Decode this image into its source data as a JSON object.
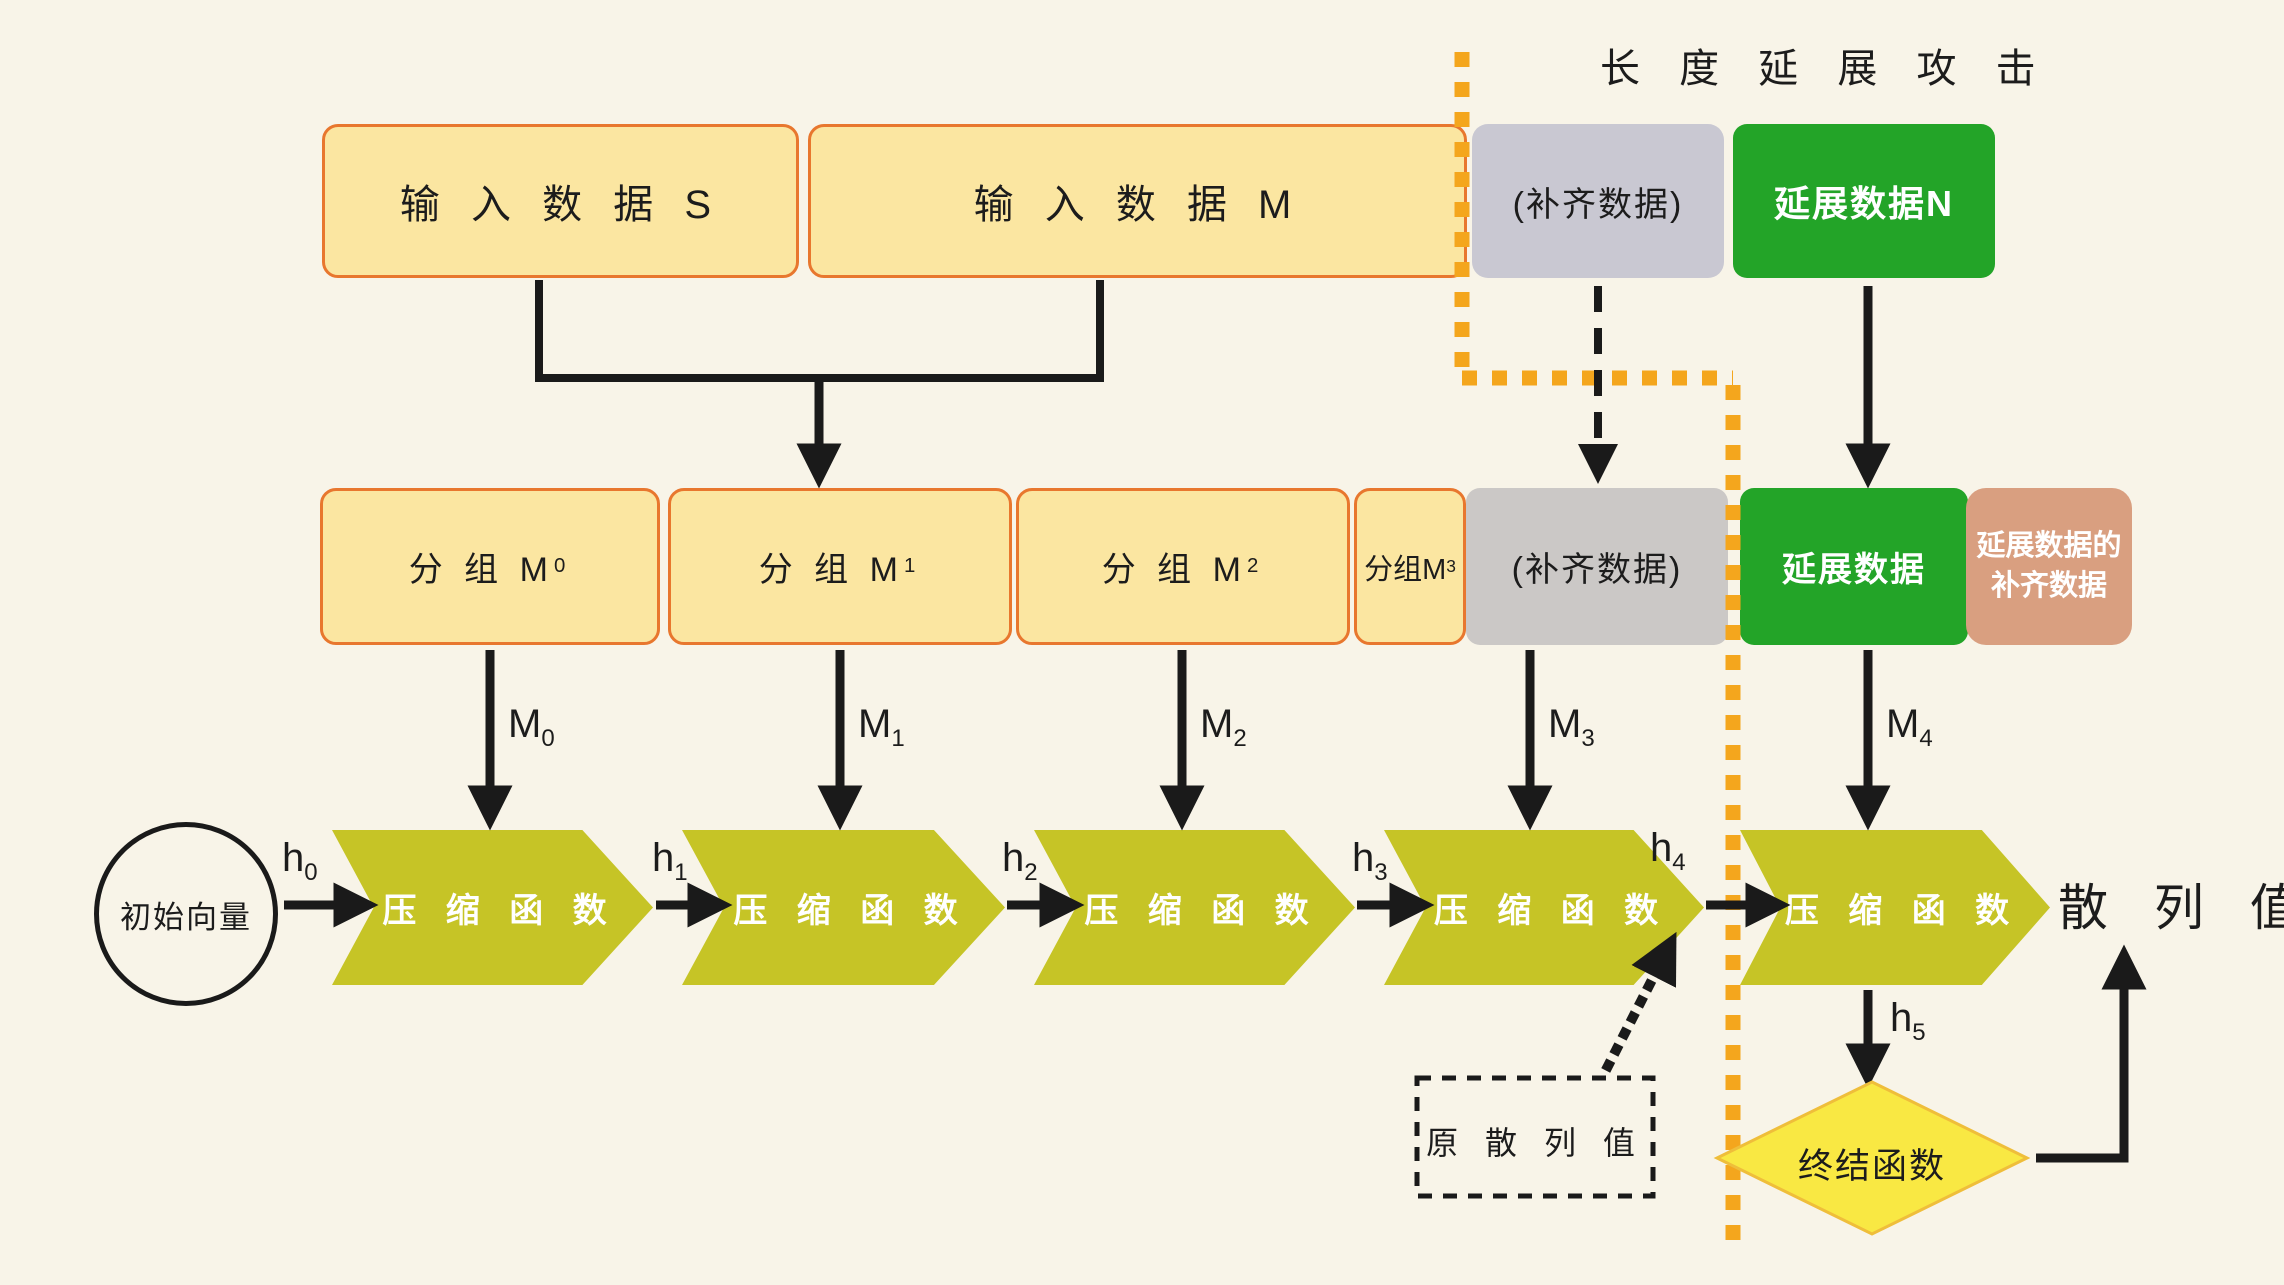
{
  "title": "长 度 延 展 攻 击",
  "top_row": {
    "input_s": "输 入 数 据 S",
    "input_m": "输 入 数 据 M",
    "padding": "(补齐数据)",
    "extension_n": "延展数据N"
  },
  "group_row": {
    "groups": [
      {
        "base": "分 组 M",
        "sub": "0"
      },
      {
        "base": "分 组 M",
        "sub": "1"
      },
      {
        "base": "分 组 M",
        "sub": "2"
      },
      {
        "base": "分组M",
        "sub": "3"
      }
    ],
    "padding": "(补齐数据)",
    "extension": "延展数据",
    "extension_padding_line1": "延展数据的",
    "extension_padding_line2": "补齐数据"
  },
  "m_labels": [
    {
      "base": "M",
      "sub": "0"
    },
    {
      "base": "M",
      "sub": "1"
    },
    {
      "base": "M",
      "sub": "2"
    },
    {
      "base": "M",
      "sub": "3"
    },
    {
      "base": "M",
      "sub": "4"
    }
  ],
  "h_labels": [
    {
      "base": "h",
      "sub": "0"
    },
    {
      "base": "h",
      "sub": "1"
    },
    {
      "base": "h",
      "sub": "2"
    },
    {
      "base": "h",
      "sub": "3"
    },
    {
      "base": "h",
      "sub": "4"
    },
    {
      "base": "h",
      "sub": "5"
    }
  ],
  "initial_vector": "初始向量",
  "compression_label": "压 缩 函 数",
  "hash_value": "散 列 值",
  "original_hash": "原 散 列 值",
  "finalization": "终结函数",
  "colors": {
    "background": "#f8f4e8",
    "yellow_box_fill": "#fbe6a1",
    "yellow_box_border": "#e8772e",
    "gray_box": "#c9c8d2",
    "green_box": "#23a428",
    "salmon_box": "#d99f80",
    "chevron": "#c6c426",
    "diamond_fill": "#f9e843",
    "diamond_border": "#efbe3a",
    "attack_line_orange": "#f4a61d",
    "arrow_black": "#1a1a1a"
  }
}
